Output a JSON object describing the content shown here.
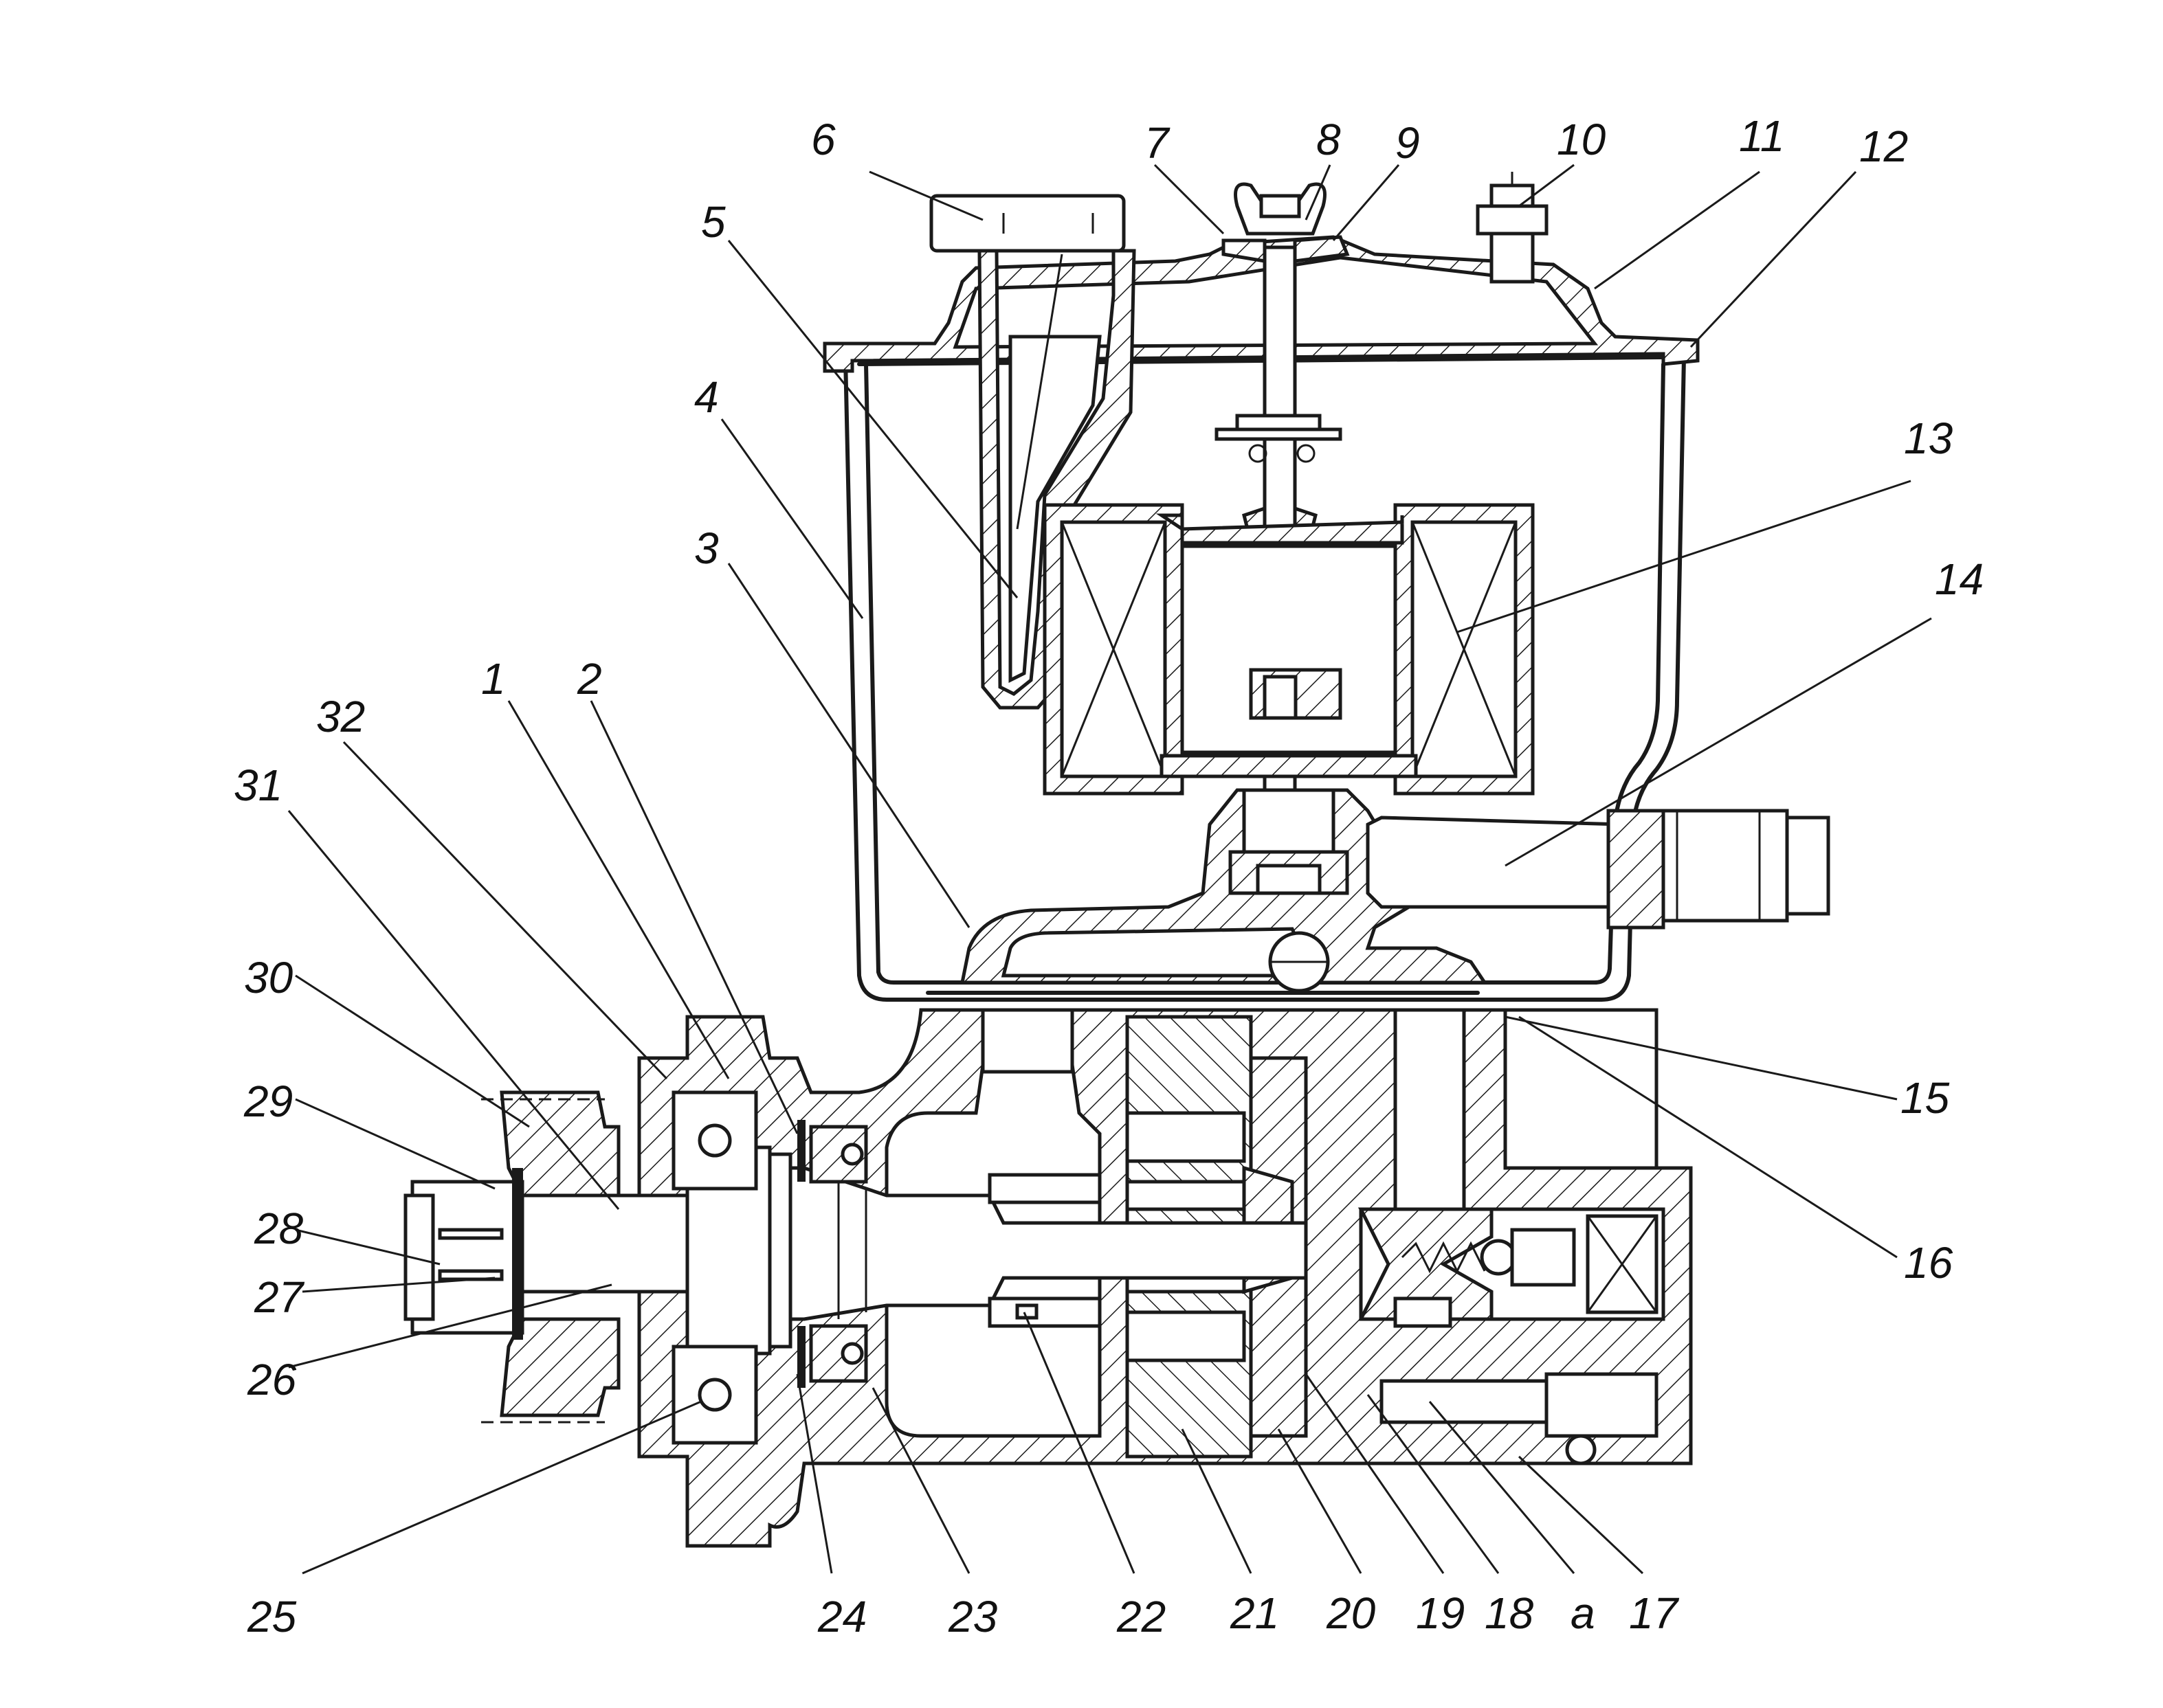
{
  "callouts": [
    {
      "id": "c1",
      "text": "1"
    },
    {
      "id": "c2",
      "text": "2"
    },
    {
      "id": "c3",
      "text": "3"
    },
    {
      "id": "c4",
      "text": "4"
    },
    {
      "id": "c5",
      "text": "5"
    },
    {
      "id": "c6",
      "text": "6"
    },
    {
      "id": "c7",
      "text": "7"
    },
    {
      "id": "c8",
      "text": "8"
    },
    {
      "id": "c9",
      "text": "9"
    },
    {
      "id": "c10",
      "text": "10"
    },
    {
      "id": "c11",
      "text": "11"
    },
    {
      "id": "c12",
      "text": "12"
    },
    {
      "id": "c13",
      "text": "13"
    },
    {
      "id": "c14",
      "text": "14"
    },
    {
      "id": "c15",
      "text": "15"
    },
    {
      "id": "c16",
      "text": "16"
    },
    {
      "id": "c17",
      "text": "17"
    },
    {
      "id": "ca",
      "text": "a"
    },
    {
      "id": "c18",
      "text": "18"
    },
    {
      "id": "c19",
      "text": "19"
    },
    {
      "id": "c20",
      "text": "20"
    },
    {
      "id": "c21",
      "text": "21"
    },
    {
      "id": "c22",
      "text": "22"
    },
    {
      "id": "c23",
      "text": "23"
    },
    {
      "id": "c24",
      "text": "24"
    },
    {
      "id": "c25",
      "text": "25"
    },
    {
      "id": "c26",
      "text": "26"
    },
    {
      "id": "c27",
      "text": "27"
    },
    {
      "id": "c28",
      "text": "28"
    },
    {
      "id": "c29",
      "text": "29"
    },
    {
      "id": "c30",
      "text": "30"
    },
    {
      "id": "c31",
      "text": "31"
    },
    {
      "id": "c32",
      "text": "32"
    }
  ]
}
